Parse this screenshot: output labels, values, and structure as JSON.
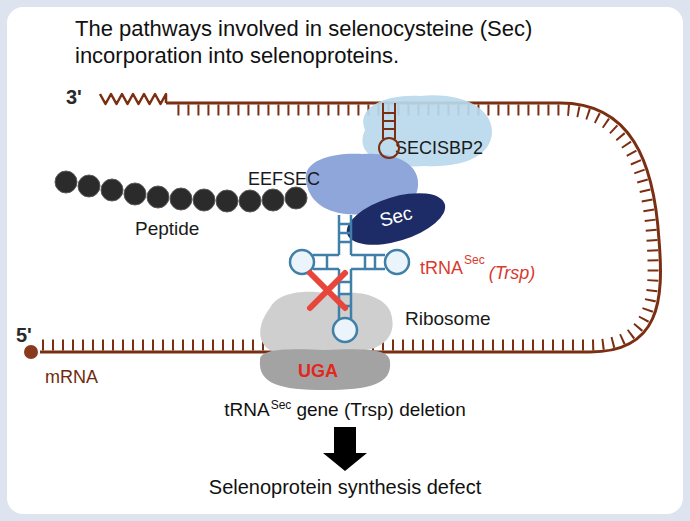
{
  "diagram": {
    "title": "The pathways involved in selenocysteine (Sec) incorporation into selenoproteins.",
    "nodes": [
      {
        "text": [
          "SECISBP2"
        ]
      },
      {
        "text": [
          "EEFSEC"
        ]
      },
      {
        "text": [
          "Sec"
        ]
      },
      {
        "text": [
          "Ribosome",
          "UGA"
        ]
      },
      {
        "text": [
          "tRNA",
          "Sec",
          "gene (Trsp) deletion"
        ]
      },
      {
        "text": [
          "Selenoprotein synthesis defect"
        ]
      }
    ],
    "edges": [
      {
        "from": 4,
        "to": 5,
        "arrow": "to"
      }
    ],
    "labels": [
      "3'",
      "Peptide",
      "tRNA",
      "Sec",
      "(Trsp)",
      "5'",
      "mRNA"
    ]
  }
}
